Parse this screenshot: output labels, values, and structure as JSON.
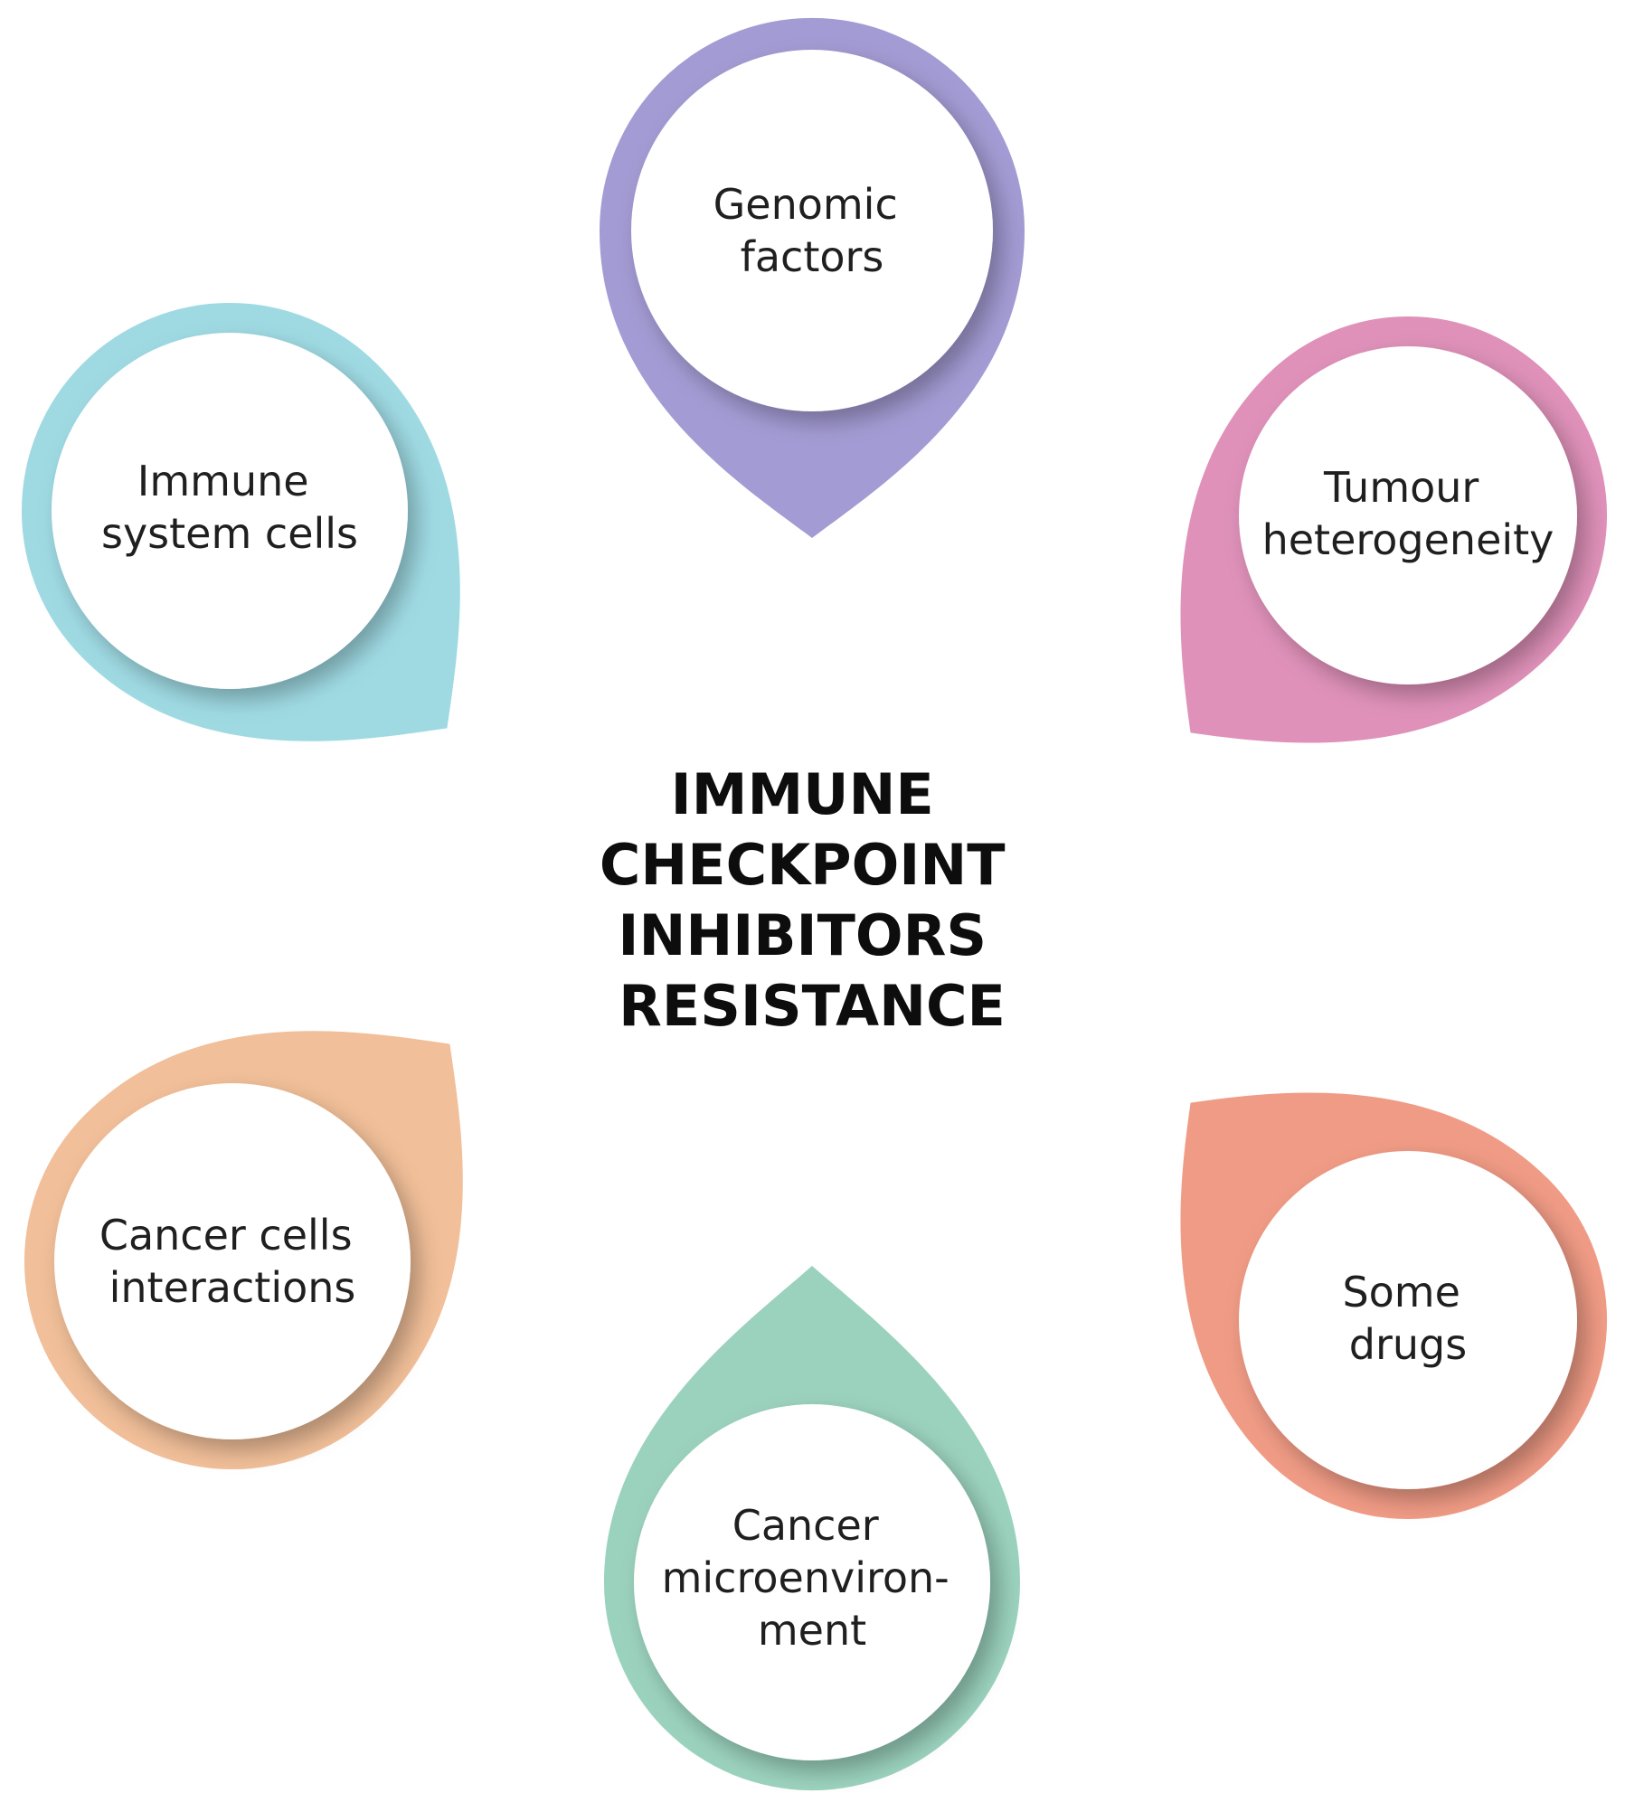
{
  "center": {
    "lines": [
      "IMMUNE",
      "CHECKPOINT",
      "INHIBITORS",
      "RESISTANCE"
    ]
  },
  "factors": [
    {
      "lines": [
        "Genomic",
        "factors"
      ],
      "color": "#a39bd3",
      "pointer": "down"
    },
    {
      "lines": [
        "Tumour",
        "heterogeneity"
      ],
      "color": "#df91b9",
      "pointer": "lower-left"
    },
    {
      "lines": [
        "Some",
        "drugs"
      ],
      "color": "#f09b85",
      "pointer": "upper-left"
    },
    {
      "lines": [
        "Cancer",
        "microenviron-",
        "ment"
      ],
      "color": "#9bd2be",
      "pointer": "up"
    },
    {
      "lines": [
        "Cancer cells",
        "interactions"
      ],
      "color": "#f1bf99",
      "pointer": "upper-right"
    },
    {
      "lines": [
        "Immune",
        "system cells"
      ],
      "color": "#9fdae3",
      "pointer": "lower-right"
    }
  ]
}
